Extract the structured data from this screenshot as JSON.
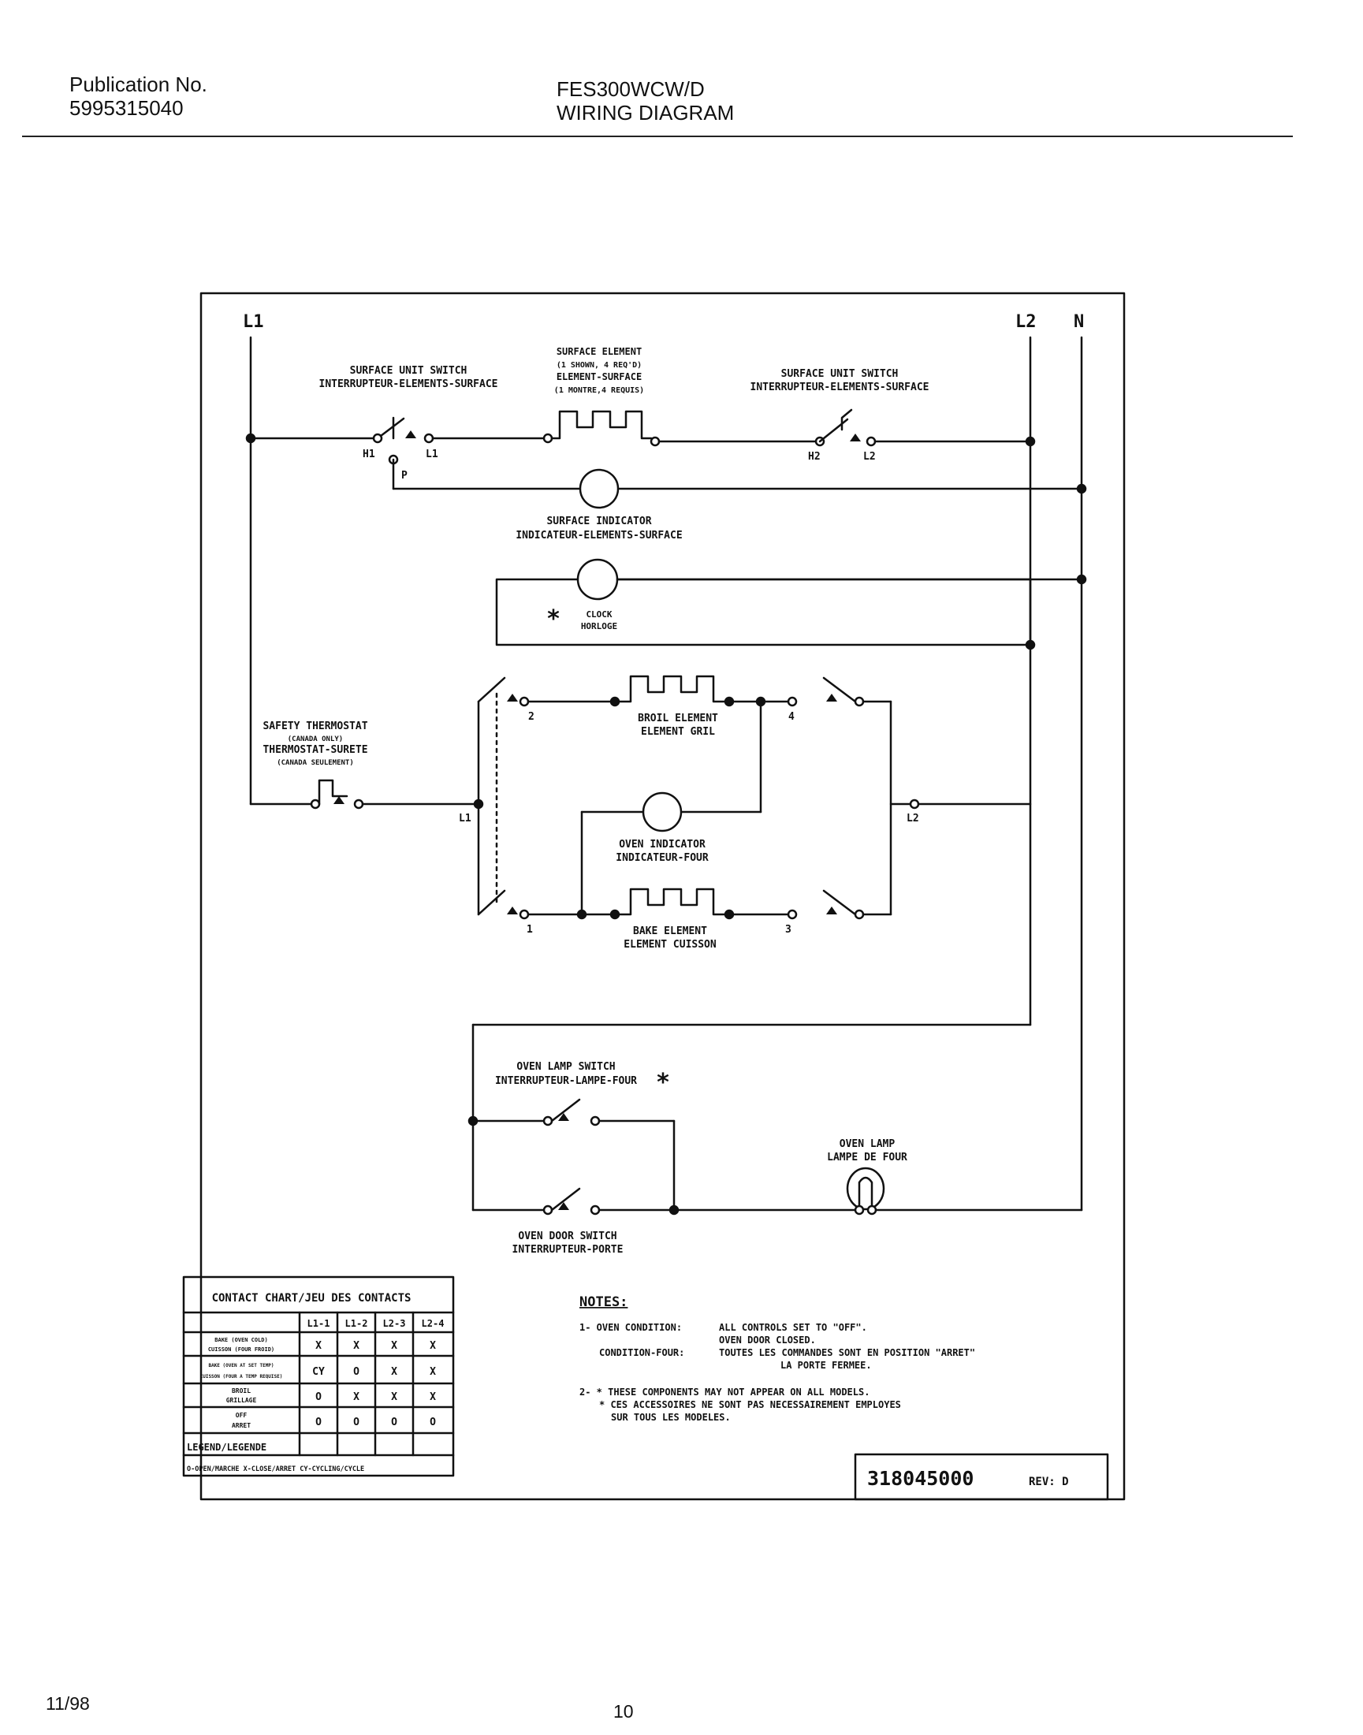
{
  "header": {
    "publication_label": "Publication No.",
    "publication_number": "5995315040",
    "model": "FES300WCW/D",
    "doc_title": "WIRING DIAGRAM"
  },
  "diagram": {
    "terminals": {
      "l1": "L1",
      "l2": "L2",
      "n": "N"
    },
    "surface_switch_left": {
      "line1": "SURFACE UNIT SWITCH",
      "line2": "INTERRUPTEUR-ELEMENTS-SURFACE",
      "h1": "H1",
      "l1": "L1",
      "p": "P"
    },
    "surface_element": {
      "line1": "SURFACE ELEMENT",
      "line2": "(1 SHOWN, 4 REQ'D)",
      "line3": "ELEMENT-SURFACE",
      "line4": "(1 MONTRE,4 REQUIS)"
    },
    "surface_switch_right": {
      "line1": "SURFACE UNIT SWITCH",
      "line2": "INTERRUPTEUR-ELEMENTS-SURFACE",
      "h2": "H2",
      "l2": "L2"
    },
    "surface_indicator": {
      "line1": "SURFACE INDICATOR",
      "line2": "INDICATEUR-ELEMENTS-SURFACE"
    },
    "clock": {
      "star": "*",
      "line1": "CLOCK",
      "line2": "HORLOGE"
    },
    "safety_thermostat": {
      "line1": "SAFETY THERMOSTAT",
      "line2": "(CANADA ONLY)",
      "line3": "THERMOSTAT-SURETE",
      "line4": "(CANADA SEULEMENT)"
    },
    "junction_l1": "L1",
    "junction_l2": "L2",
    "broil_element": {
      "line1": "BROIL ELEMENT",
      "line2": "ELEMENT GRIL"
    },
    "oven_indicator": {
      "line1": "OVEN INDICATOR",
      "line2": "INDICATEUR-FOUR"
    },
    "bake_element": {
      "line1": "BAKE ELEMENT",
      "line2": "ELEMENT CUISSON"
    },
    "contacts": {
      "c1": "1",
      "c2": "2",
      "c3": "3",
      "c4": "4"
    },
    "oven_lamp_switch": {
      "line1": "OVEN LAMP SWITCH",
      "line2": "INTERRUPTEUR-LAMPE-FOUR",
      "star": "*"
    },
    "oven_lamp": {
      "line1": "OVEN LAMP",
      "line2": "LAMPE DE FOUR"
    },
    "oven_door_switch": {
      "line1": "OVEN DOOR SWITCH",
      "line2": "INTERRUPTEUR-PORTE"
    }
  },
  "contact_chart": {
    "title": "CONTACT CHART/JEU DES CONTACTS",
    "columns": [
      "L1-1",
      "L1-2",
      "L2-3",
      "L2-4"
    ],
    "rows": [
      {
        "label1": "BAKE (OVEN COLD)",
        "label2": "CUISSON (FOUR FROID)",
        "values": [
          "X",
          "X",
          "X",
          "X"
        ]
      },
      {
        "label1": "BAKE (OVEN AT SET TEMP)",
        "label2": "CUISSON (FOUR A TEMP REQUISE)",
        "values": [
          "CY",
          "O",
          "X",
          "X"
        ]
      },
      {
        "label1": "BROIL",
        "label2": "GRILLAGE",
        "values": [
          "O",
          "X",
          "X",
          "X"
        ]
      },
      {
        "label1": "OFF",
        "label2": "ARRET",
        "values": [
          "O",
          "O",
          "O",
          "O"
        ]
      }
    ],
    "legend_title": "LEGEND/LEGENDE",
    "legend_text": "O-OPEN/MARCHE  X-CLOSE/ARRET  CY-CYCLING/CYCLE"
  },
  "notes": {
    "title": "NOTES:",
    "n1_label": "1- OVEN CONDITION:",
    "n1_text1": "ALL CONTROLS SET TO \"OFF\".",
    "n1_text2": "OVEN DOOR CLOSED.",
    "n1_fr_label": "CONDITION-FOUR:",
    "n1_fr_text1": "TOUTES LES COMMANDES SONT EN POSITION \"ARRET\"",
    "n1_fr_text2": "LA PORTE FERMEE.",
    "n2_text1": "2- * THESE COMPONENTS MAY NOT APPEAR ON ALL MODELS.",
    "n2_text2": "* CES ACCESSOIRES NE SONT PAS NECESSAIREMENT EMPLOYES",
    "n2_text3": "SUR TOUS LES MODELES."
  },
  "title_block": {
    "part_number": "318045000",
    "rev": "REV: D"
  },
  "footer": {
    "date": "11/98",
    "page": "10"
  }
}
